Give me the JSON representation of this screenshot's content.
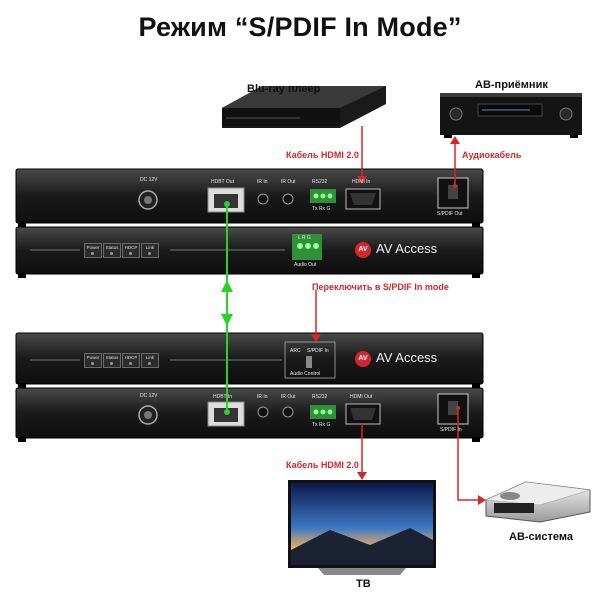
{
  "title": "Режим “S/PDIF In Mode”",
  "labels": {
    "bluray": "Blu-ray плеер",
    "av_receiver": "АВ-приёмник",
    "hdmi_cable_top": "Кабель HDMI 2.0",
    "audio_cable": "Аудиокабель",
    "switch_note": "Переключить в S/PDIF In mode",
    "hdmi_cable_bottom": "Кабель HDMI 2.0",
    "tv": "ТВ",
    "av_system": "АВ-система"
  },
  "tx_rear": {
    "dc": "DC 12V",
    "hdbt": "HDBT Out",
    "ir_in": "IR In",
    "ir_out": "IR Out",
    "rs232": "RS232",
    "rs232_pins": "Tx  Rx  G",
    "hdmi": "HDMI In",
    "spdif": "S/PDIF Out"
  },
  "tx_front": {
    "buttons": [
      "Power",
      "Status",
      "HDCP",
      "Link"
    ],
    "audio_pins": "L  R  G",
    "audio_out": "Audio Out",
    "brand": "AV Access",
    "brand_mark": "AV"
  },
  "rx_front": {
    "buttons": [
      "Power",
      "Status",
      "HDCP",
      "Link"
    ],
    "arc": "ARC",
    "spdif_in": "S/PDIF In",
    "audio_control": "Audio Control",
    "brand": "AV Access",
    "brand_mark": "AV"
  },
  "rx_rear": {
    "dc": "DC 12V",
    "hdbt": "HDBT In",
    "ir_in": "IR In",
    "ir_out": "IR Out",
    "rs232": "RS232",
    "rs232_pins": "Tx  Rx  G",
    "hdmi": "HDMI Out",
    "spdif": "S/PDIF In"
  },
  "colors": {
    "signal_red": "#d6262b",
    "hdbt_green": "#2bd12b",
    "terminal_green": "#2f8f3a",
    "device_body": "#1c1c1c"
  }
}
